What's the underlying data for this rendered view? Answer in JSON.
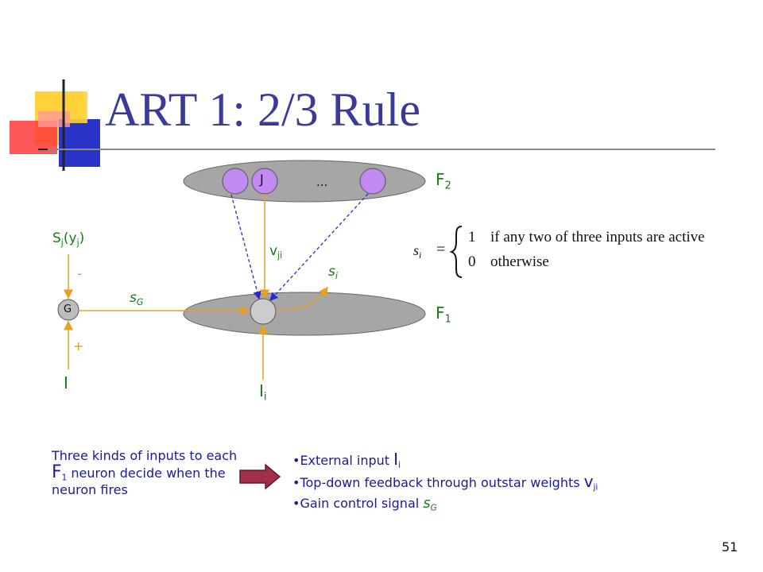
{
  "title": "ART 1: 2/3 Rule",
  "diagram": {
    "layer_f2": "F",
    "layer_f2_sub": "2",
    "layer_f1": "F",
    "layer_f1_sub": "1",
    "neuron_j": "J",
    "ellipsis": "...",
    "v_label": "v",
    "v_sub": "ji",
    "s_label": "s",
    "s_sub": "i",
    "sg_label": "s",
    "sg_sub": "G",
    "gain_node": "G",
    "minus": "-",
    "plus": "+",
    "input_I": "I",
    "input_Ii": "I",
    "input_Ii_sub": "i",
    "sj_label": "S",
    "sj_sub1": "j",
    "sj_mid": "(y",
    "sj_sub2": "j",
    "sj_end": ")",
    "colors": {
      "orange": "#e8a020",
      "blue": "#2a2ac8",
      "purple": "#c48af4",
      "gray": "#999999"
    }
  },
  "formula": {
    "lhs": "s",
    "lhs_sub": "i",
    "eq": "=",
    "case1_value": "1",
    "case1_text": "if any two of three inputs are active",
    "case2_value": "0",
    "case2_text": "otherwise"
  },
  "description": {
    "part1": "Three kinds of inputs to each ",
    "f": "F",
    "f_sub": "1",
    "part2": " neuron decide when the neuron fires"
  },
  "bullets": [
    {
      "text": "External input ",
      "val": "I",
      "sub": "i"
    },
    {
      "text": "Top-down feedback through outstar weights ",
      "val": "v",
      "sub": "ji"
    },
    {
      "text": "Gain control signal ",
      "val": "s",
      "sub": "G"
    }
  ],
  "page_number": "51"
}
